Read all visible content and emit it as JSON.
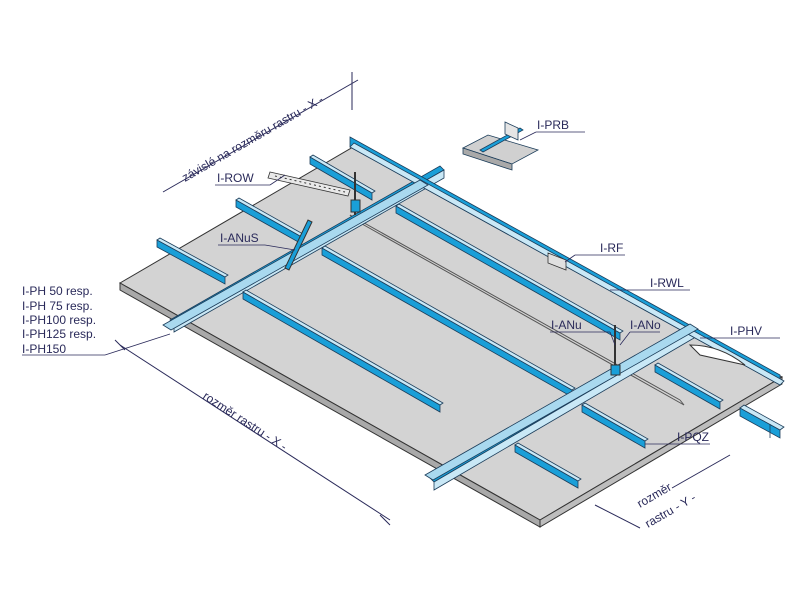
{
  "labels": {
    "prb": "I-PRB",
    "row": "I-ROW",
    "anus": "I-ANuS",
    "rf": "I-RF",
    "rwl": "I-RWL",
    "anu": "I-ANu",
    "ano": "I-ANo",
    "phv": "I-PHV",
    "pqz": "I-PQZ",
    "ph": [
      "I-PH 50 resp.",
      "I-PH 75 resp.",
      "I-PH100 resp.",
      "I-PH125 resp.",
      "I-PH150"
    ]
  },
  "dimensions": {
    "top_x": "závislé na rozměru rastru - X -",
    "bottom_x": "rozměr rastru - X -",
    "y_line1": "rozměr",
    "y_line2": "rastru  - Y -"
  },
  "colors": {
    "profile_blue": "#1a9fd8",
    "panel_gray": "#d2d2d2",
    "line": "#2a2a5a"
  }
}
